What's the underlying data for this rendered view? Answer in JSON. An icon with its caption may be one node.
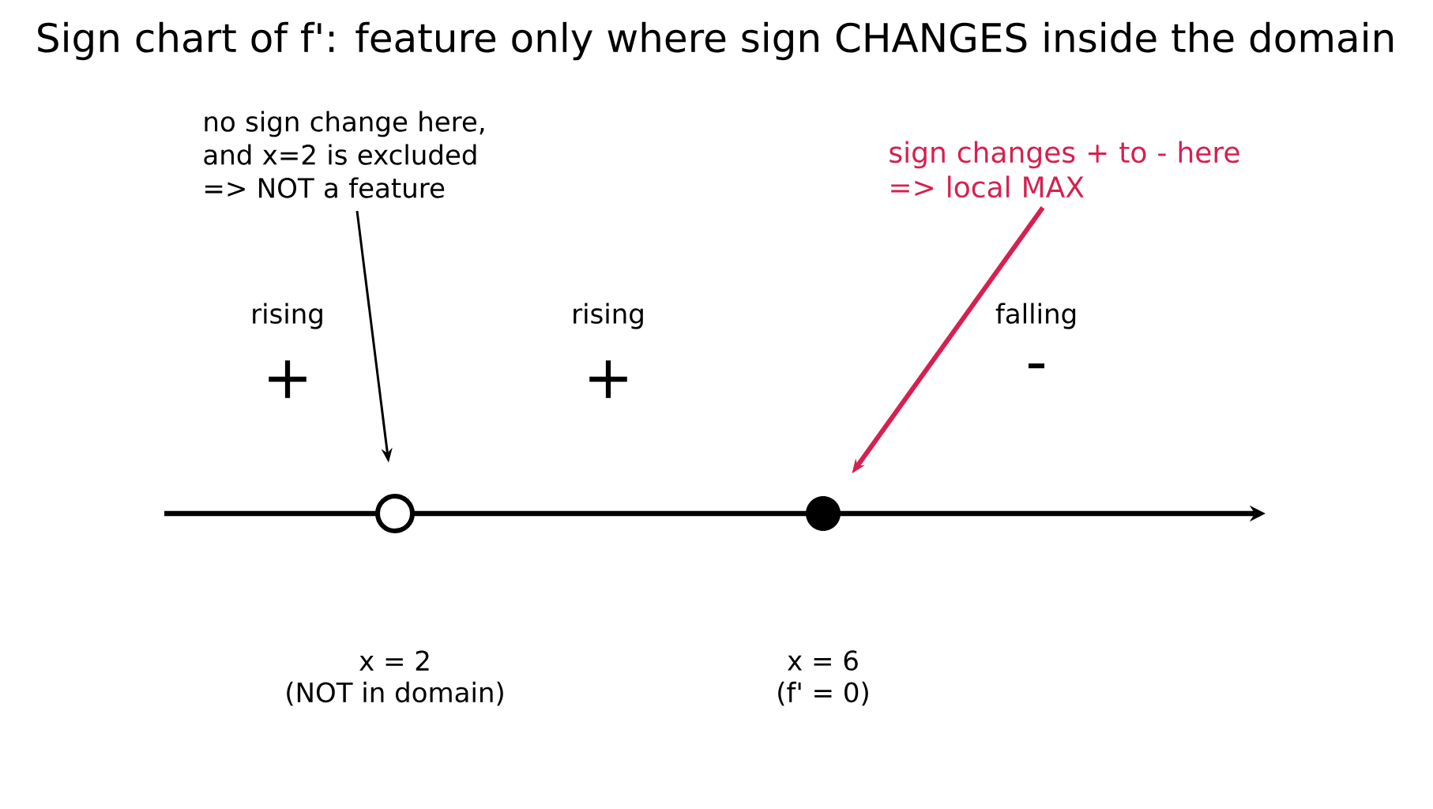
{
  "diagram": {
    "title": "Sign chart of f': feature only where sign CHANGES inside the domain",
    "nodes": [
      {
        "text": [
          "no sign change here, and x=2 is excluded => NOT a feature"
        ]
      },
      {
        "text": [
          "sign changes + to - here => local MAX"
        ]
      },
      {
        "text": [],
        "shape": "circle",
        "beside": [
          "x = 2",
          "(NOT in domain)"
        ]
      },
      {
        "text": [],
        "shape": "dot",
        "beside": [
          "x = 6",
          "(f' = 0)"
        ]
      }
    ],
    "edges": [
      {
        "from": 0,
        "to": 2,
        "arrow": "to"
      },
      {
        "from": 1,
        "to": 3,
        "arrow": "to",
        "style": "thick",
        "color": "#d62050"
      }
    ],
    "labels": [
      "rising",
      "+",
      "rising",
      "+",
      "falling",
      "-"
    ]
  }
}
